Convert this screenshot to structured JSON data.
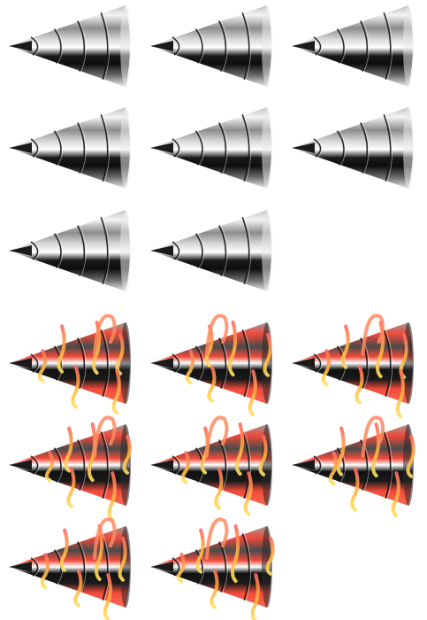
{
  "sprite_sheet": {
    "background": "#ffffff",
    "rows": [
      {
        "variant": "chrome",
        "count": 3
      },
      {
        "variant": "chrome",
        "count": 3
      },
      {
        "variant": "chrome",
        "count": 2
      },
      {
        "variant": "fire",
        "count": 3
      },
      {
        "variant": "fire",
        "count": 3
      },
      {
        "variant": "fire",
        "count": 2
      }
    ],
    "variants": {
      "chrome": {
        "icon": "chrome-drill-cone-icon",
        "colors": {
          "dark": "#111111",
          "mid": "#8a8a8a",
          "light": "#f2f2f2",
          "highlight": "#ffffff"
        }
      },
      "fire": {
        "icon": "flaming-drill-cone-icon",
        "colors": {
          "dark": "#111111",
          "red": "#f04a3a",
          "deep_red": "#b01010",
          "grey": "#9a9a9a",
          "flame_orange": "#ffb040",
          "flame_yellow": "#ffe060",
          "flame_pink": "#ff7070"
        }
      }
    }
  }
}
